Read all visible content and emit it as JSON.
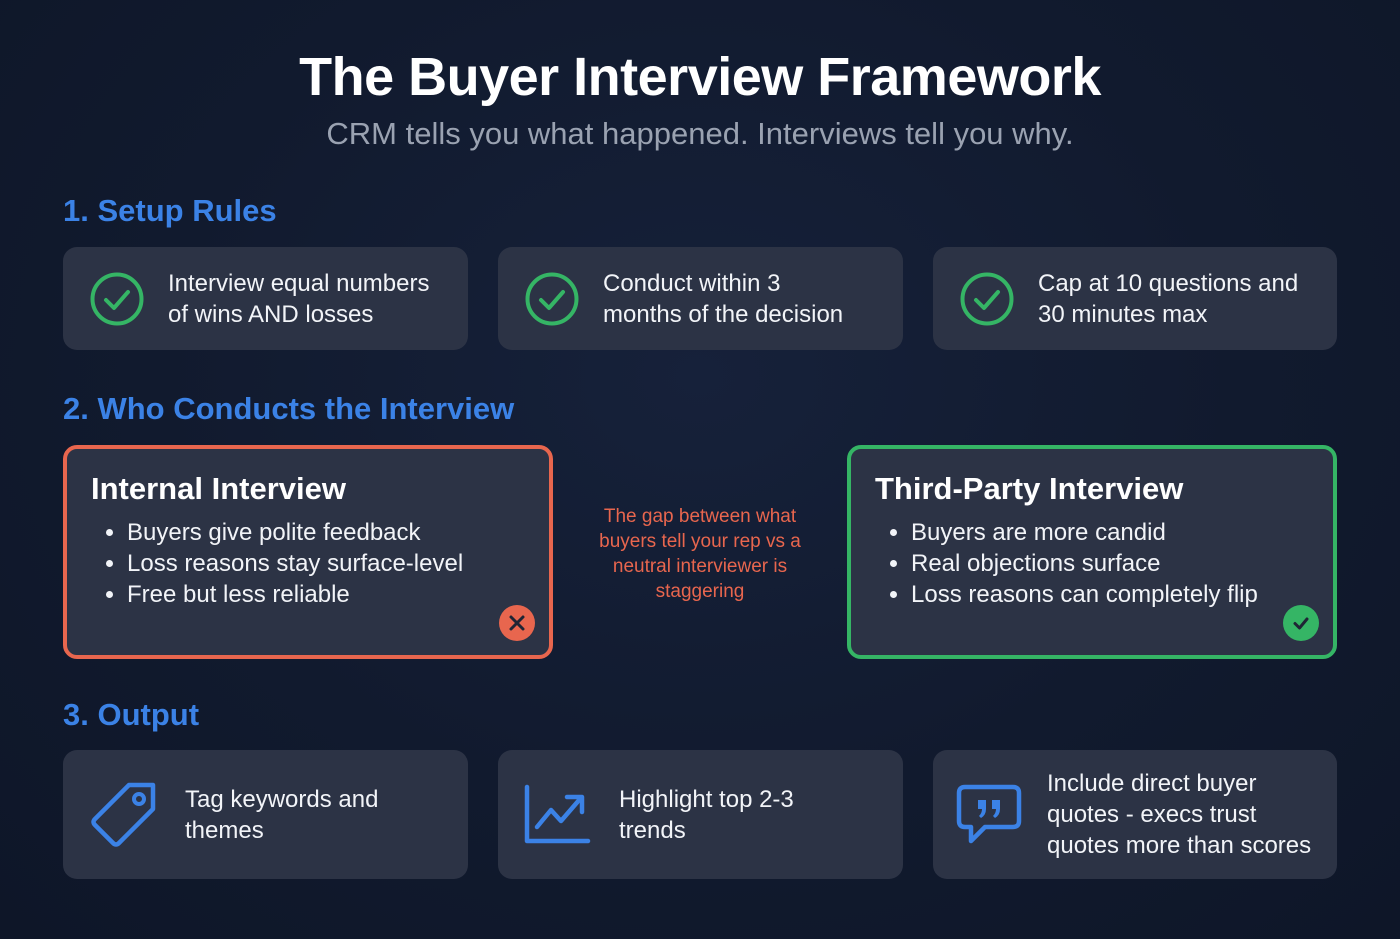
{
  "header": {
    "title": "The Buyer Interview Framework",
    "subtitle": "CRM tells you what happened. Interviews tell you why."
  },
  "colors": {
    "background": "#111a2e",
    "card": "#2c3345",
    "accent_blue": "#3b82e6",
    "success_green": "#35b565",
    "danger_red": "#e8664e",
    "subtitle_gray": "#9aa2b1"
  },
  "setup": {
    "heading": "1. Setup Rules",
    "cards": [
      {
        "icon": "check-circle-icon",
        "line1": "Interview equal numbers",
        "line2": "of wins AND losses"
      },
      {
        "icon": "check-circle-icon",
        "line1": "Conduct within 3",
        "line2": "months of the decision"
      },
      {
        "icon": "check-circle-icon",
        "line1": "Cap at 10 questions and",
        "line2": "30 minutes max"
      }
    ]
  },
  "who": {
    "heading": "2. Who Conducts the Interview",
    "internal": {
      "title": "Internal Interview",
      "items": [
        "Buyers give polite feedback",
        "Loss reasons stay surface-level",
        "Free but less reliable"
      ],
      "badge_icon": "x-circle-icon"
    },
    "note": "The gap between what buyers tell your rep vs a neutral interviewer is staggering",
    "third_party": {
      "title": "Third-Party Interview",
      "items": [
        "Buyers are more candid",
        "Real objections surface",
        "Loss reasons can completely flip"
      ],
      "badge_icon": "check-circle-icon"
    }
  },
  "output": {
    "heading": "3. Output",
    "cards": [
      {
        "icon": "tag-icon",
        "line1": "Tag keywords and",
        "line2": "themes"
      },
      {
        "icon": "trend-chart-icon",
        "line1": "Highlight top 2-3",
        "line2": "trends"
      },
      {
        "icon": "quote-bubble-icon",
        "line1": "Include direct buyer",
        "line2": "quotes - execs trust",
        "line3": "quotes more than scores"
      }
    ]
  }
}
